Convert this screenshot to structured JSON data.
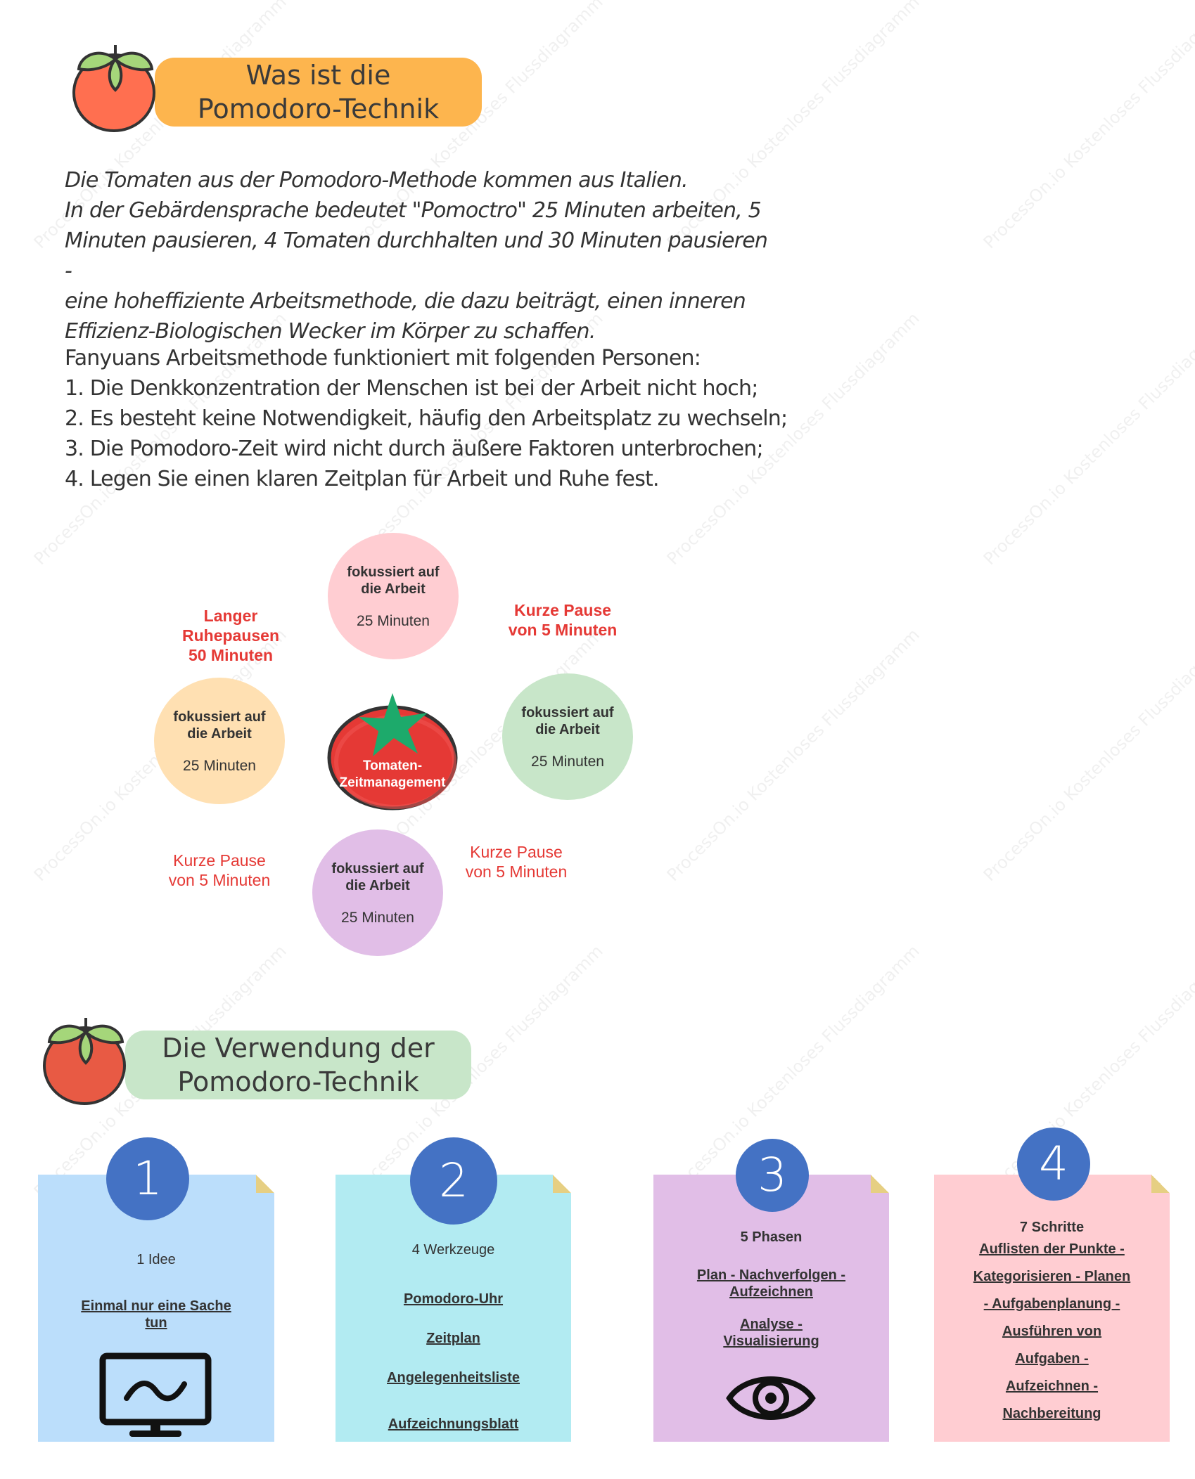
{
  "section1": {
    "title_line1": "Was ist die",
    "title_line2": "Pomodoro-Technik"
  },
  "intro": [
    "Die Tomaten aus der Pomodoro-Methode kommen aus Italien.",
    "In der Gebärdensprache bedeutet \"Pomoctro\" 25 Minuten arbeiten, 5",
    "Minuten pausieren, 4 Tomaten durchhalten und 30 Minuten pausieren -",
    "eine hoheffiziente Arbeitsmethode, die dazu beiträgt, einen inneren",
    "Effizienz-Biologischen Wecker im Körper zu schaffen."
  ],
  "criteria": [
    "Fanyuans Arbeitsmethode funktioniert mit folgenden Personen:",
    "1. Die Denkkonzentration der Menschen ist bei der Arbeit nicht hoch;",
    "2. Es besteht keine Notwendigkeit, häufig den Arbeitsplatz zu wechseln;",
    "3. Die Pomodoro-Zeit wird nicht durch äußere Faktoren unterbrochen;",
    "4. Legen Sie einen klaren Zeitplan für Arbeit und Ruhe fest."
  ],
  "cycle": {
    "center_line1": "Tomaten-",
    "center_line2": "Zeitmanagement",
    "focus_top": {
      "line1": "fokussiert auf",
      "line2": "die Arbeit",
      "duration": "25 Minuten",
      "color": "#FFCDD2"
    },
    "focus_right": {
      "line1": "fokussiert auf",
      "line2": "die Arbeit",
      "duration": "25 Minuten",
      "color": "#C8E6C9"
    },
    "focus_bottom": {
      "line1": "fokussiert auf",
      "line2": "die Arbeit",
      "duration": "25 Minuten",
      "color": "#E1BEE7"
    },
    "focus_left": {
      "line1": "fokussiert auf",
      "line2": "die Arbeit",
      "duration": "25 Minuten",
      "color": "#FFE0B2"
    },
    "pause_top_right": {
      "line1": "Kurze Pause",
      "line2": "von 5 Minuten"
    },
    "pause_bottom_right": {
      "line1": "Kurze Pause",
      "line2": "von 5 Minuten"
    },
    "pause_bottom_left": {
      "line1": "Kurze Pause",
      "line2": "von 5 Minuten"
    },
    "pause_long": {
      "line1": "Langer",
      "line2": "Ruhepausen",
      "line3": "50 Minuten"
    }
  },
  "section2": {
    "title_line1": "Die Verwendung der",
    "title_line2": "Pomodoro-Technik"
  },
  "cards": [
    {
      "number": "1",
      "heading": "1 Idee",
      "links": [
        "Einmal nur eine Sache",
        "tun"
      ],
      "icon": "monitor-chart-icon",
      "color": "#BBDEFB"
    },
    {
      "number": "2",
      "heading": "4 Werkzeuge",
      "links": [
        "Pomodoro-Uhr",
        "Zeitplan",
        "Angelegenheitsliste",
        "Aufzeichnungsblatt"
      ],
      "color": "#B2EBF2"
    },
    {
      "number": "3",
      "heading": "5 Phasen",
      "links": [
        "Plan - Nachverfolgen -",
        "Aufzeichnen",
        "Analyse -",
        "Visualisierung"
      ],
      "icon": "eye-icon",
      "color": "#E1BEE7"
    },
    {
      "number": "4",
      "heading": "7 Schritte",
      "links": [
        "Auflisten der Punkte -",
        "Kategorisieren - Planen",
        "- Aufgabenplanung -",
        "Ausführen von",
        "Aufgaben -",
        "Aufzeichnen -",
        "Nachbereitung"
      ],
      "color": "#FFCDD2"
    }
  ],
  "watermark": "ProcessOn.io Kostenloses Flussdiagramm"
}
